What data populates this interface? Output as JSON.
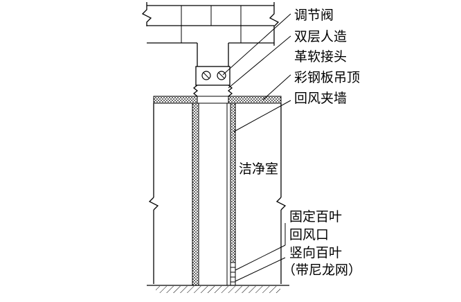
{
  "labels": {
    "damper": "调节阀",
    "flex_joint_1": "双层人造",
    "flex_joint_2": "革软接头",
    "ceiling": "彩钢板吊顶",
    "return_wall": "回风夹墙",
    "clean_room": "洁净室",
    "fixed_louver": "固定百叶",
    "return_outlet": "回风口",
    "vertical_louver": "竖向百叶",
    "with_nylon_mesh": "（带尼龙网）"
  },
  "colors": {
    "line": "#000000",
    "fill": "#ffffff"
  }
}
